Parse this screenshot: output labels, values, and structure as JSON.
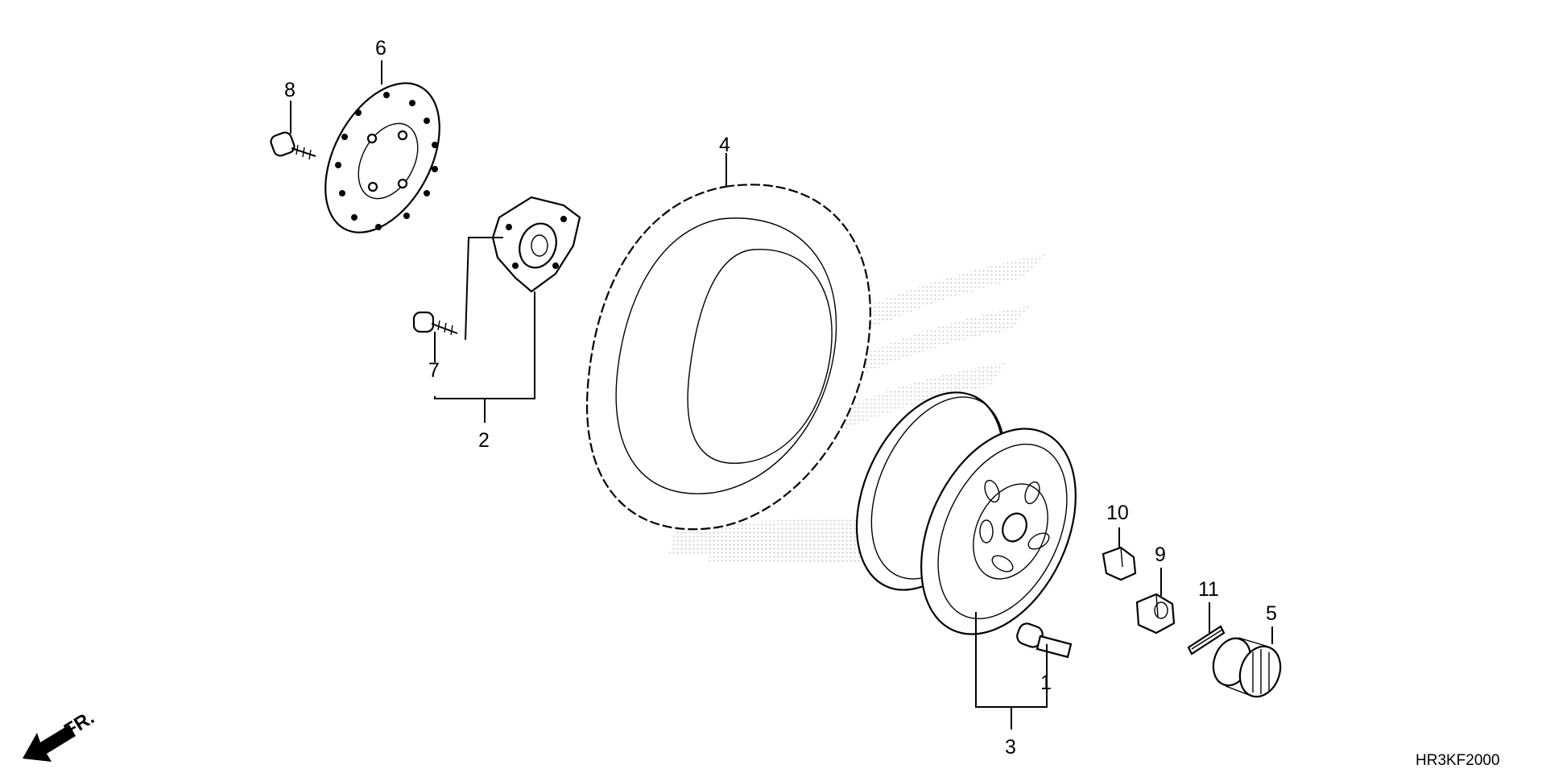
{
  "diagram": {
    "part_numbers": [
      "1",
      "2",
      "3",
      "4",
      "5",
      "6",
      "7",
      "8",
      "9",
      "10",
      "11"
    ],
    "drawing_code": "HR3KF2000",
    "direction_label": "FR.",
    "parts": [
      {
        "number": "1",
        "icon": "valve-stem-icon"
      },
      {
        "number": "2",
        "icon": "hub-assembly-icon"
      },
      {
        "number": "3",
        "icon": "wheel-rim-assembly-icon"
      },
      {
        "number": "4",
        "icon": "tire-icon"
      },
      {
        "number": "5",
        "icon": "hub-cap-icon"
      },
      {
        "number": "6",
        "icon": "brake-disc-icon"
      },
      {
        "number": "7",
        "icon": "hub-bolt-icon"
      },
      {
        "number": "8",
        "icon": "disc-bolt-icon"
      },
      {
        "number": "9",
        "icon": "castle-nut-icon"
      },
      {
        "number": "10",
        "icon": "wheel-nut-icon"
      },
      {
        "number": "11",
        "icon": "cotter-pin-icon"
      }
    ]
  }
}
